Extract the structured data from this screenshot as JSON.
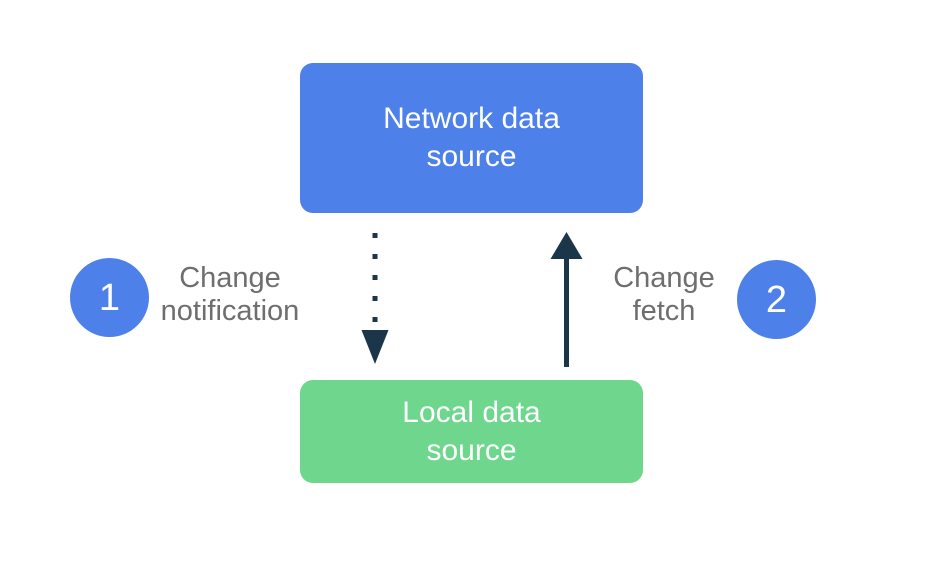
{
  "diagram": {
    "nodes": {
      "network": {
        "label": "Network data source",
        "fill": "#4d80e8",
        "text_color": "#ffffff"
      },
      "local": {
        "label": "Local data source",
        "fill": "#6fd68e",
        "text_color": "#ffffff"
      }
    },
    "steps": [
      {
        "number": "1",
        "label": "Change notification",
        "badge_fill": "#4d80e8",
        "badge_text_color": "#ffffff",
        "arrow": "dotted-down"
      },
      {
        "number": "2",
        "label": "Change fetch",
        "badge_fill": "#4d80e8",
        "badge_text_color": "#ffffff",
        "arrow": "solid-up"
      }
    ],
    "colors": {
      "arrow": "#1a3648",
      "side_label_text": "#6e6e6e",
      "background": "#ffffff"
    }
  }
}
